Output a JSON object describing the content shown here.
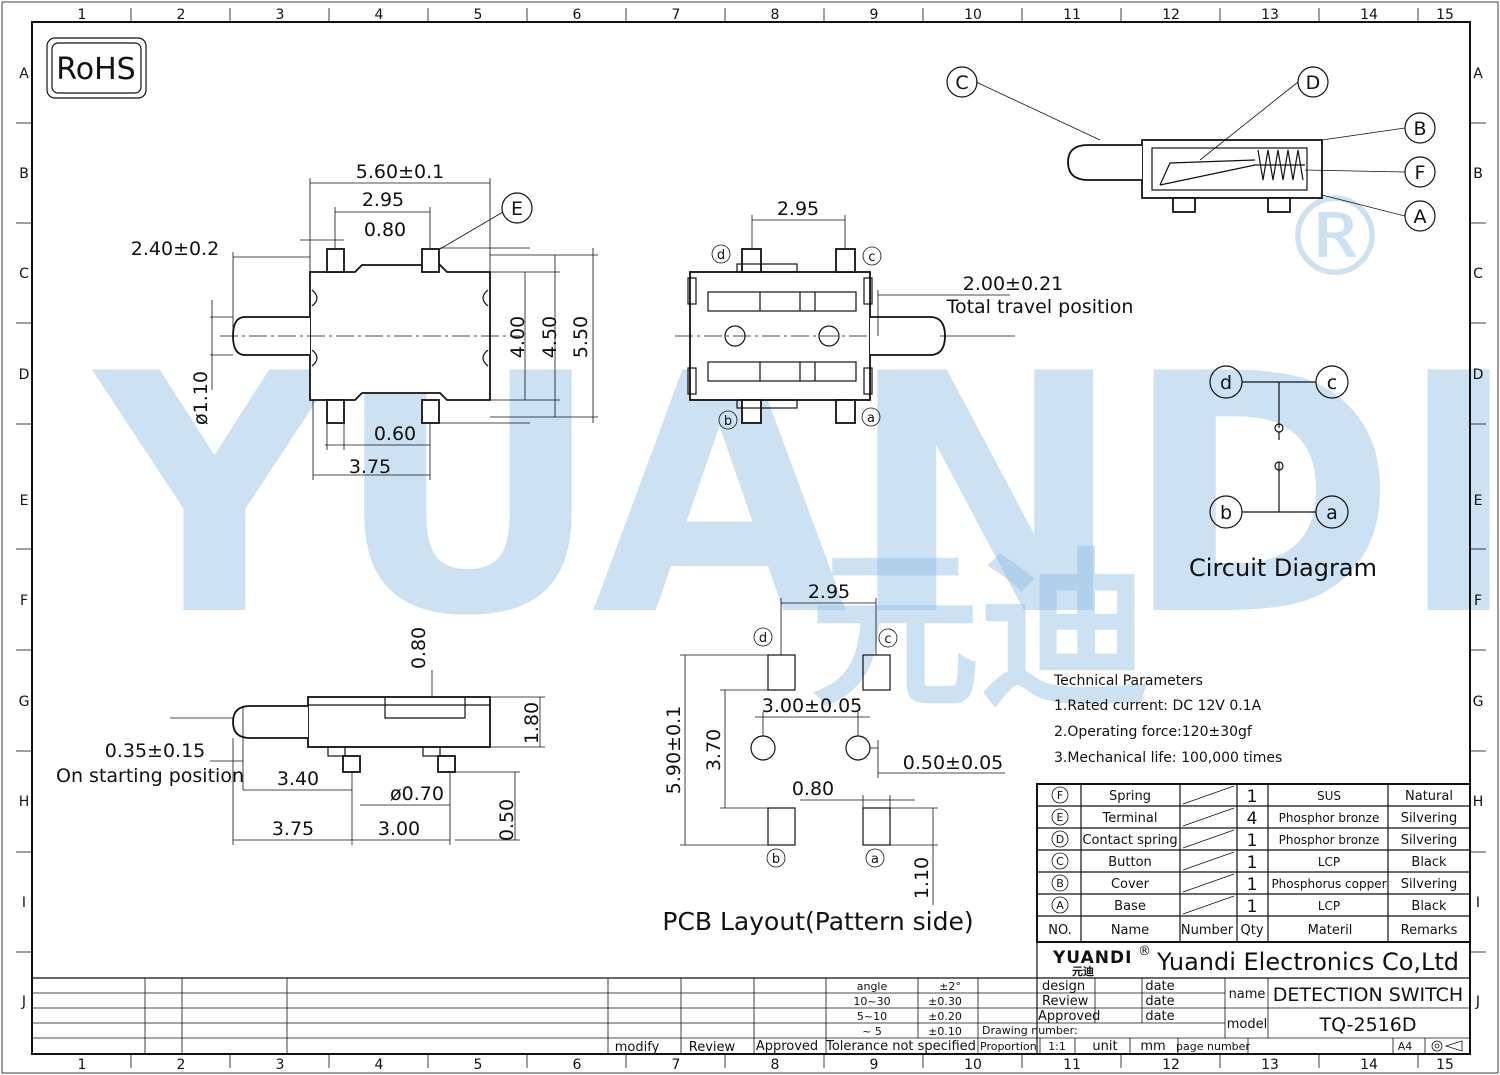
{
  "badge": "RoHS",
  "watermark": {
    "latin": "YUANDI",
    "cjk": "元迪",
    "mark": "®"
  },
  "grid": {
    "cols": [
      "1",
      "2",
      "3",
      "4",
      "5",
      "6",
      "7",
      "8",
      "9",
      "10",
      "11",
      "12",
      "13",
      "14",
      "15"
    ],
    "rows": [
      "A",
      "B",
      "C",
      "D",
      "E",
      "F",
      "G",
      "H",
      "I",
      "J"
    ]
  },
  "top_view": {
    "dims": {
      "width": "5.60±0.1",
      "pitch": "2.95",
      "tab": "0.80",
      "button_len": "2.40±0.2",
      "button_dia": "ø1.10",
      "h1": "4.00",
      "h2": "4.50",
      "h3": "5.50",
      "b1": "0.60",
      "b2": "3.75"
    },
    "callout": "E"
  },
  "bottom_view": {
    "pitch": "2.95",
    "travel": "2.00±0.21",
    "travel_label": "Total travel  position",
    "pins": [
      "d",
      "c",
      "b",
      "a"
    ]
  },
  "side_section": {
    "callouts": [
      "C",
      "D",
      "B",
      "F",
      "A"
    ]
  },
  "circuit": {
    "pins": [
      "d",
      "c",
      "b",
      "a"
    ],
    "title": "Circuit Diagram"
  },
  "side_view": {
    "dims": {
      "top": "0.80",
      "height": "1.80",
      "start": "0.35±0.15",
      "start_label": "On starting position",
      "d340": "3.40",
      "pin_dia": "ø0.70",
      "d375": "3.75",
      "d300": "3.00",
      "d050": "0.50"
    }
  },
  "pcb": {
    "dims": {
      "pitch": "2.95",
      "hole_pitch": "3.00±0.05",
      "overall": "5.90±0.1",
      "inner": "3.70",
      "hole_dia": "0.50±0.05",
      "pad_w": "0.80",
      "pad_h": "1.10"
    },
    "pins": [
      "d",
      "c",
      "b",
      "a"
    ],
    "title": "PCB Layout(Pattern  side)"
  },
  "tech": {
    "title": "Technical Parameters",
    "lines": [
      "1.Rated  current:  DC  12V  0.1A",
      "2.Operating  force:120±30gf",
      "3.Mechanical  life:  100,000  times"
    ]
  },
  "bom": {
    "headers": [
      "NO.",
      "Name",
      "Number",
      "Qty",
      "Materil",
      "Remarks"
    ],
    "rows": [
      {
        "no": "F",
        "name": "Spring",
        "qty": "1",
        "mat": "SUS",
        "rem": "Natural"
      },
      {
        "no": "E",
        "name": "Terminal",
        "qty": "4",
        "mat": "Phosphor bronze",
        "rem": "Silvering"
      },
      {
        "no": "D",
        "name": "Contact spring",
        "qty": "1",
        "mat": "Phosphor bronze",
        "rem": "Silvering"
      },
      {
        "no": "C",
        "name": "Button",
        "qty": "1",
        "mat": "LCP",
        "rem": "Black"
      },
      {
        "no": "B",
        "name": "Cover",
        "qty": "1",
        "mat": "Phosphorus copper",
        "rem": "Silvering"
      },
      {
        "no": "A",
        "name": "Base",
        "qty": "1",
        "mat": "LCP",
        "rem": "Black"
      }
    ]
  },
  "title_block": {
    "logo": "YUANDI",
    "logo_cjk": "元迪",
    "company": "Yuandi Electronics Co,Ltd",
    "design": "design",
    "review": "Review",
    "approved": "Approved",
    "date": "date",
    "name_label": "name",
    "name": "DETECTION  SWITCH",
    "model_label": "model",
    "model": "TQ-2516D",
    "drawing_number": "Drawing number:",
    "proportion": "Proportion",
    "scale": "1:1",
    "unit": "unit",
    "mm": "mm",
    "page_number": "page number",
    "size": "A4",
    "tolerance": {
      "angle": "angle",
      "angle_val": "±2°",
      "r1": "10~30",
      "r1v": "±0.30",
      "r2": "5~10",
      "r2v": "±0.20",
      "r3": "~ 5",
      "r3v": "±0.10",
      "caption": "Tolerance  not  specified"
    },
    "revision": {
      "modify": "modify",
      "review": "Review",
      "approved": "Approved"
    }
  }
}
